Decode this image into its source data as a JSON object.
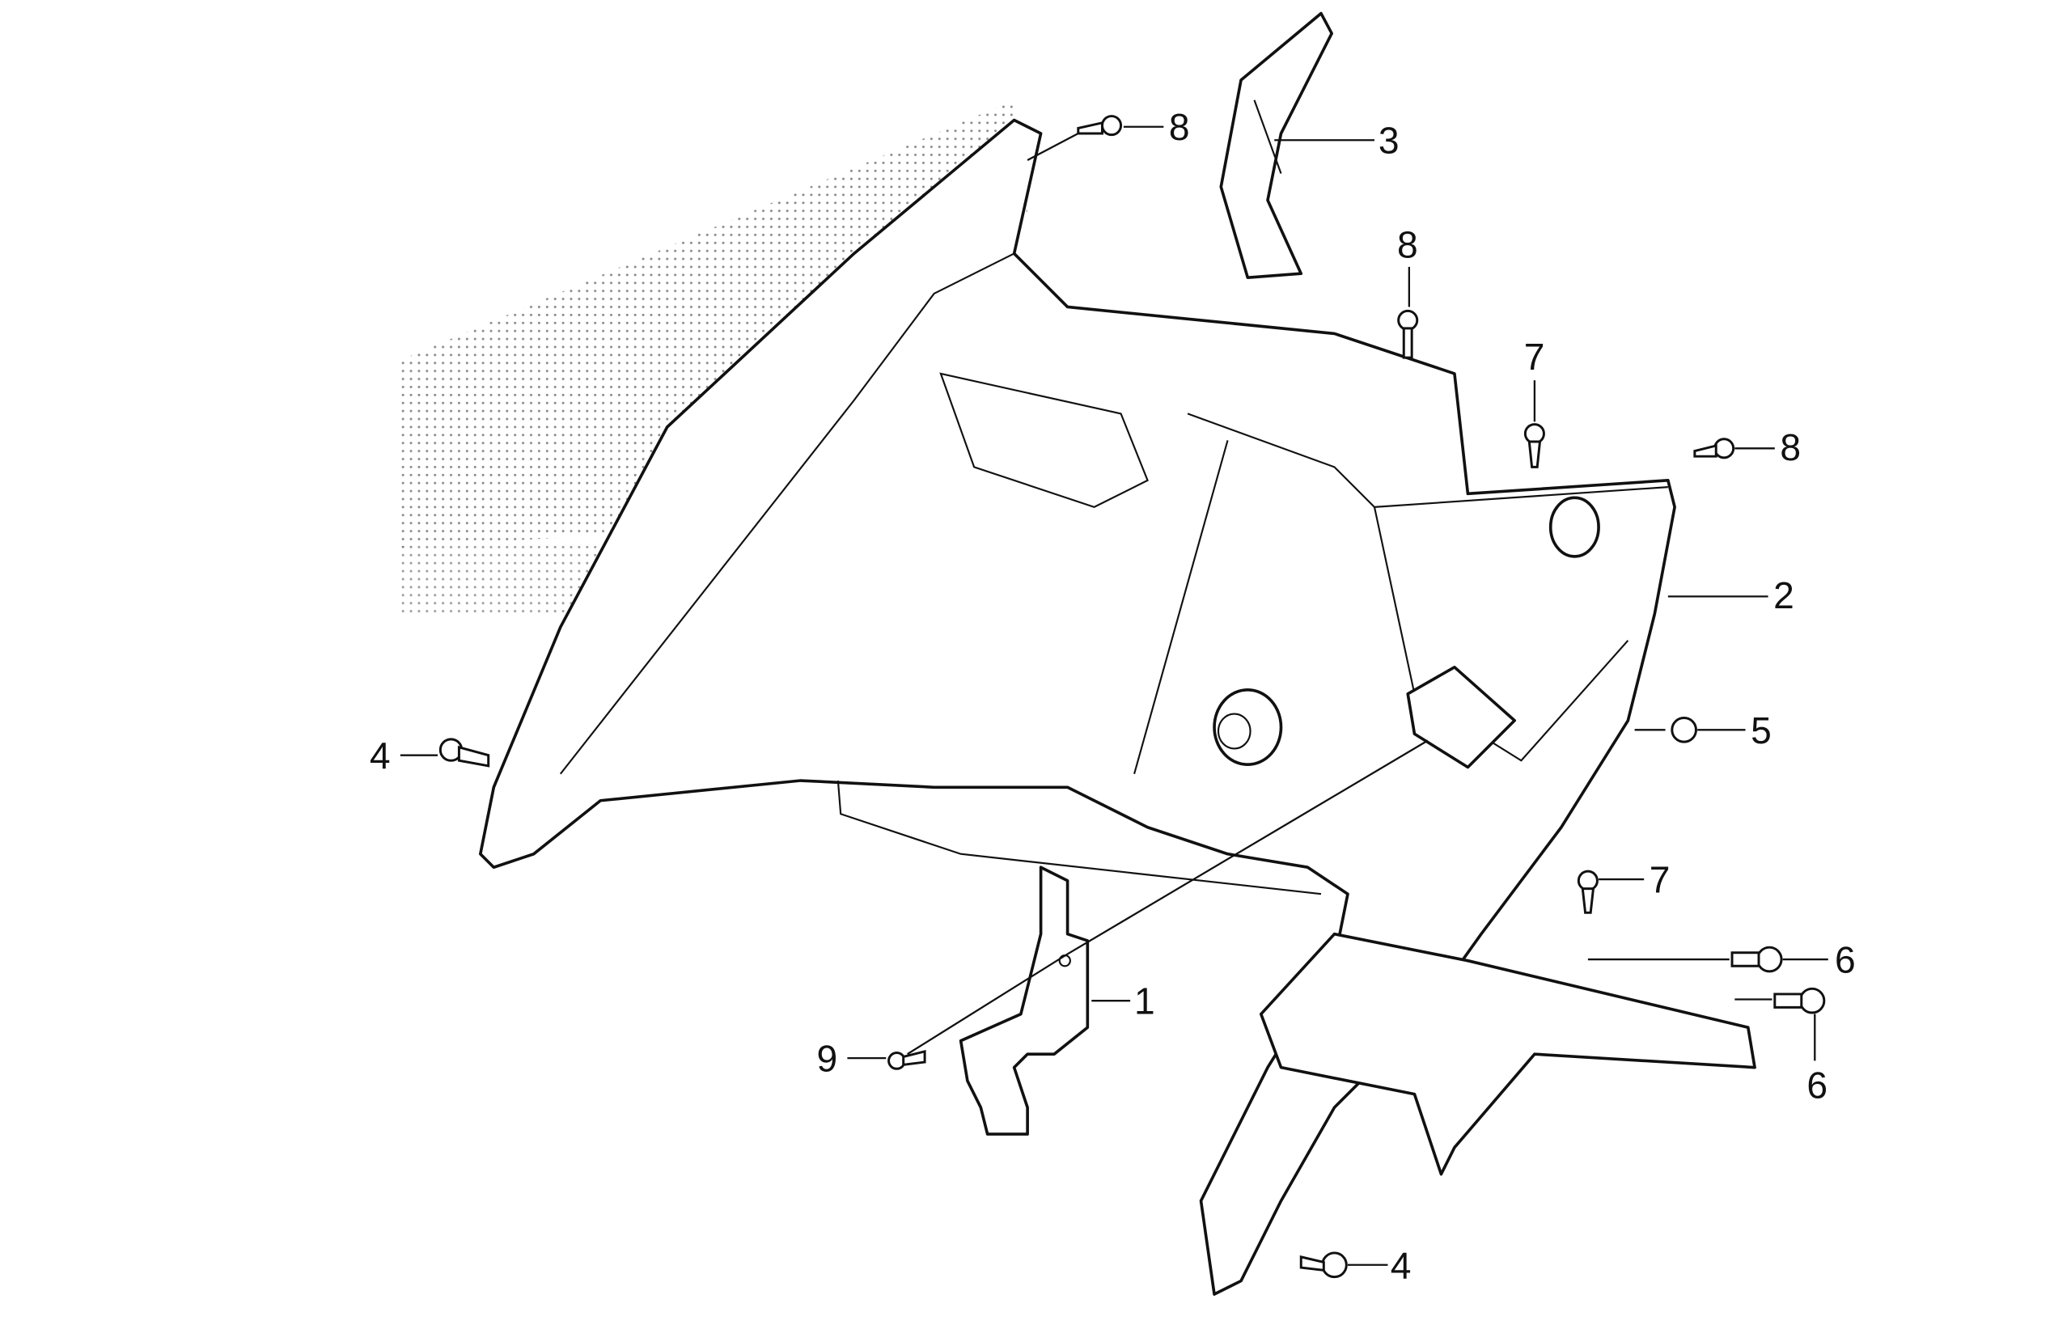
{
  "diagram": {
    "type": "exploded-parts-diagram",
    "callouts": [
      {
        "id": "c8a",
        "label": "8"
      },
      {
        "id": "c3",
        "label": "3"
      },
      {
        "id": "c8b",
        "label": "8"
      },
      {
        "id": "c7a",
        "label": "7"
      },
      {
        "id": "c8c",
        "label": "8"
      },
      {
        "id": "c2",
        "label": "2"
      },
      {
        "id": "c5",
        "label": "5"
      },
      {
        "id": "c4a",
        "label": "4"
      },
      {
        "id": "c7b",
        "label": "7"
      },
      {
        "id": "c6a",
        "label": "6"
      },
      {
        "id": "c1",
        "label": "1"
      },
      {
        "id": "c9",
        "label": "9"
      },
      {
        "id": "c6b",
        "label": "6"
      },
      {
        "id": "c4b",
        "label": "4"
      }
    ]
  }
}
